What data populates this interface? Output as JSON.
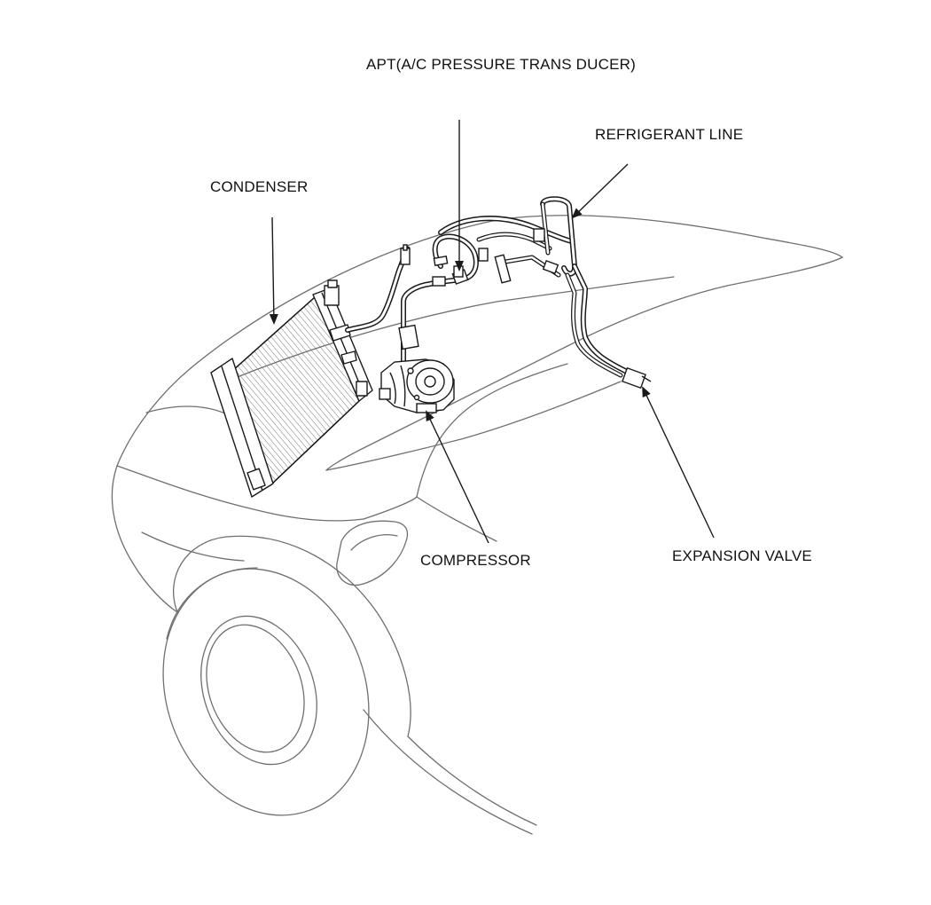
{
  "labels": {
    "apt": "APT(A/C PRESSURE TRANS DUCER)",
    "refrigerant_line": "REFRIGERANT LINE",
    "condenser": "CONDENSER",
    "compressor": "COMPRESSOR",
    "expansion_valve": "EXPANSION VALVE"
  },
  "colors": {
    "line": "#1a1a1a",
    "body_outline": "#6f6f6f",
    "background": "#ffffff"
  }
}
